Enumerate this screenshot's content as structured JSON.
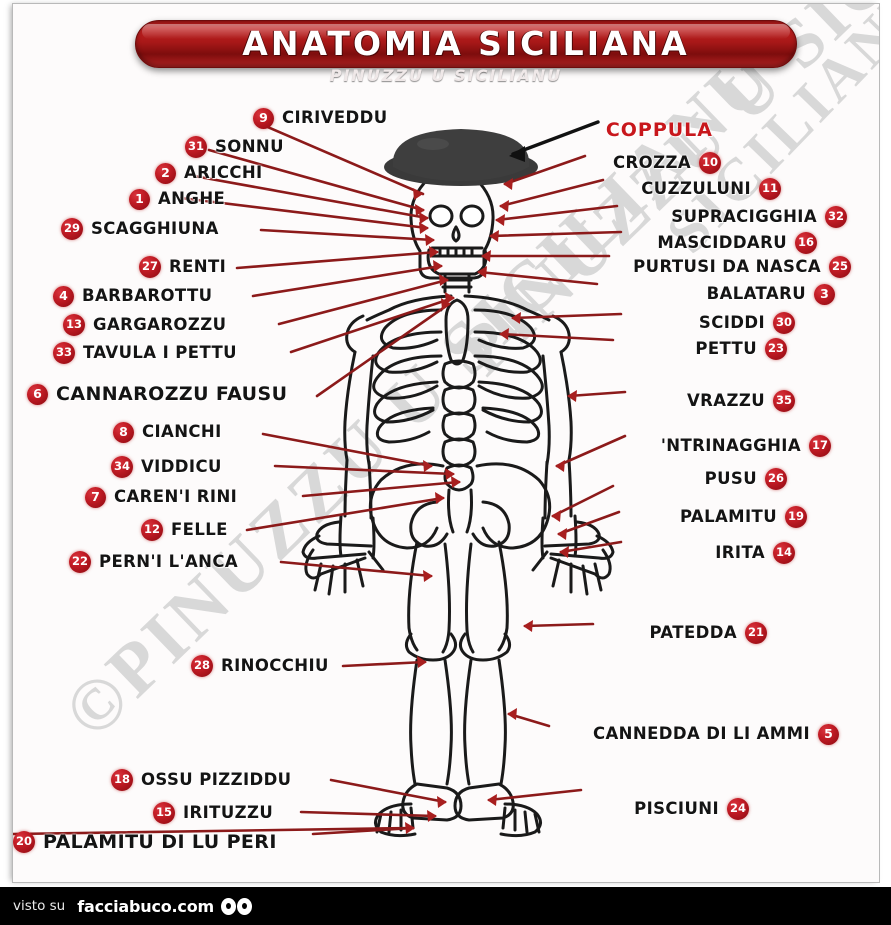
{
  "banner": {
    "title": "ANATOMIA SICILIANA",
    "subtitle": "PINUZZU U SICILIANU"
  },
  "watermark": {
    "line1": "©PINUZZU U SICILIANU",
    "line2": "PINUZZU U SICILIANU",
    "line3": "SICILIANU"
  },
  "colors": {
    "badge_red": "#b4161d",
    "banner_red": "#a81818",
    "leader_red": "#8c1a1a",
    "coppula_red": "#c8171c",
    "bone_outline": "#1a1a1a",
    "watermark_gray": "#d8d8d8"
  },
  "highlight": {
    "label": "COPPULA",
    "icon": "black-arrow-icon"
  },
  "labels_left": [
    {
      "num": "9",
      "text": "CIRIVEDDU"
    },
    {
      "num": "31",
      "text": "SONNU"
    },
    {
      "num": "2",
      "text": "ARICCHI"
    },
    {
      "num": "1",
      "text": "ANGHE"
    },
    {
      "num": "29",
      "text": "SCAGGHIUNA"
    },
    {
      "num": "27",
      "text": "RENTI"
    },
    {
      "num": "4",
      "text": "BARBAROTTU"
    },
    {
      "num": "13",
      "text": "GARGAROZZU"
    },
    {
      "num": "33",
      "text": "TAVULA I PETTU"
    },
    {
      "num": "6",
      "text": "CANNAROZZU FAUSU"
    },
    {
      "num": "8",
      "text": "CIANCHI"
    },
    {
      "num": "34",
      "text": "VIDDICU"
    },
    {
      "num": "7",
      "text": "CAREN'I RINI"
    },
    {
      "num": "12",
      "text": "FELLE"
    },
    {
      "num": "22",
      "text": "PERN'I L'ANCA"
    },
    {
      "num": "28",
      "text": "RINOCCHIU"
    },
    {
      "num": "18",
      "text": "OSSU PIZZIDDU"
    },
    {
      "num": "15",
      "text": "IRITUZZU"
    },
    {
      "num": "20",
      "text": "PALAMITU DI LU PERI"
    }
  ],
  "labels_right": [
    {
      "num": "10",
      "text": "CROZZA"
    },
    {
      "num": "11",
      "text": "CUZZULUNI"
    },
    {
      "num": "32",
      "text": "SUPRACIGGHIA"
    },
    {
      "num": "16",
      "text": "MASCIDDARU"
    },
    {
      "num": "25",
      "text": "PURTUSI DA NASCA"
    },
    {
      "num": "3",
      "text": "BALATARU"
    },
    {
      "num": "30",
      "text": "SCIDDI"
    },
    {
      "num": "23",
      "text": "PETTU"
    },
    {
      "num": "35",
      "text": "VRAZZU"
    },
    {
      "num": "17",
      "text": "'NTRINAGGHIA"
    },
    {
      "num": "26",
      "text": "PUSU"
    },
    {
      "num": "19",
      "text": "PALAMITU"
    },
    {
      "num": "14",
      "text": "IRITA"
    },
    {
      "num": "21",
      "text": "PATEDDA"
    },
    {
      "num": "5",
      "text": "CANNEDDA DI LI AMMI"
    },
    {
      "num": "24",
      "text": "PISCIUNI"
    }
  ],
  "footer": {
    "prefix": "visto su",
    "site": "facciabuco.com",
    "icon": "eyes-logo-icon"
  }
}
